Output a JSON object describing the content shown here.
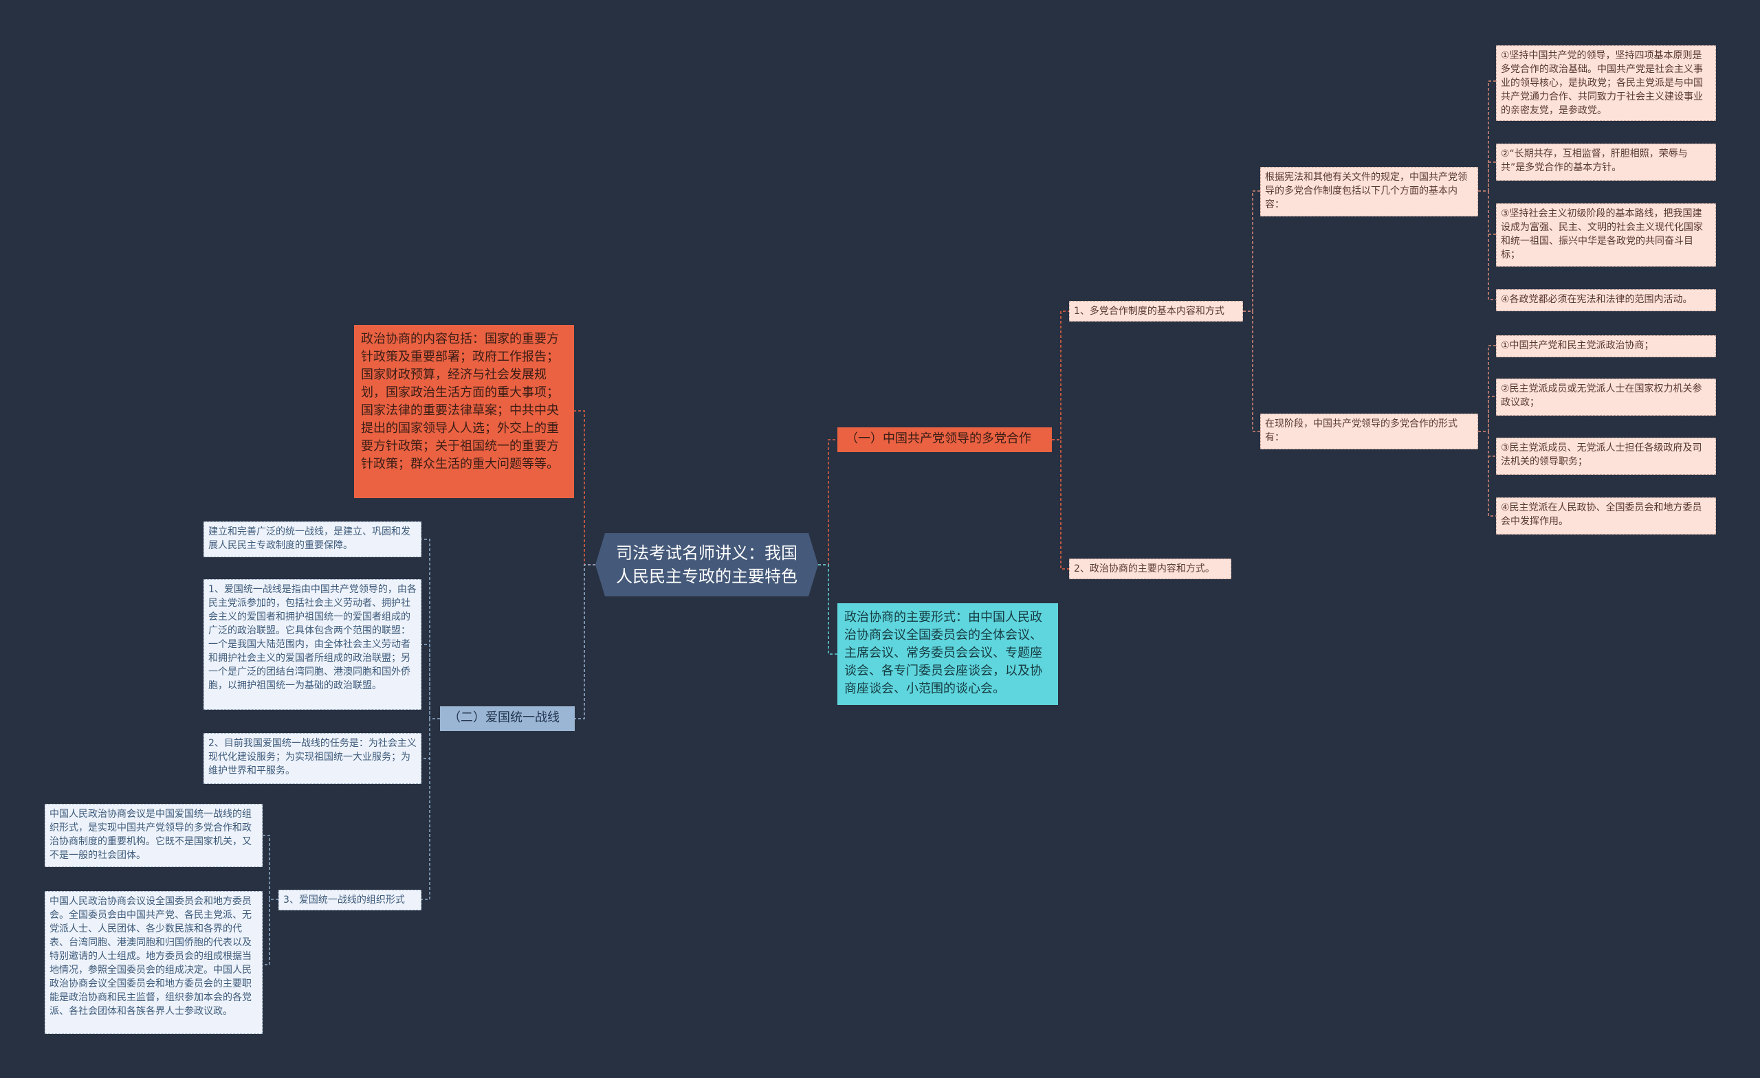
{
  "root": {
    "title": "司法考试名师讲义：我国人民民主专政的主要特色"
  },
  "left": {
    "consult_content": "政治协商的内容包括：国家的重要方针政策及重要部署；政府工作报告；国家财政预算，经济与社会发展规划，国家政治生活方面的重大事项；国家法律的重要法律草案；中共中央提出的国家领导人人选；外交上的重要方针政策；关于祖国统一的重要方针政策；群众生活的重大问题等等。",
    "united_front": {
      "label": "（二）爱国统一战线",
      "items": [
        "建立和完善广泛的统一战线，是建立、巩固和发展人民民主专政制度的重要保障。",
        "1、爱国统一战线是指由中国共产党领导的，由各民主党派参加的，包括社会主义劳动者、拥护社会主义的爱国者和拥护祖国统一的爱国者组成的广泛的政治联盟。它具体包含两个范围的联盟：一个是我国大陆范围内，由全体社会主义劳动者和拥护社会主义的爱国者所组成的政治联盟；另一个是广泛的团结台湾同胞、港澳同胞和国外侨胞，以拥护祖国统一为基础的政治联盟。",
        "2、目前我国爱国统一战线的任务是：为社会主义现代化建设服务；为实现祖国统一大业服务；为维护世界和平服务。"
      ],
      "org_form": {
        "label": "3、爱国统一战线的组织形式",
        "items": [
          "中国人民政治协商会议是中国爱国统一战线的组织形式，是实现中国共产党领导的多党合作和政治协商制度的重要机构。它既不是国家机关，又不是一般的社会团体。",
          "中国人民政治协商会议设全国委员会和地方委员会。全国委员会由中国共产党、各民主党派、无党派人士、人民团体、各少数民族和各界的代表、台湾同胞、港澳同胞和归国侨胞的代表以及特别邀请的人士组成。地方委员会的组成根据当地情况，参照全国委员会的组成决定。中国人民政治协商会议全国委员会和地方委员会的主要职能是政治协商和民主监督，组织参加本会的各党派、各社会团体和各族各界人士参政议政。"
        ]
      }
    }
  },
  "right": {
    "multiparty": {
      "label": "（一）中国共产党领导的多党合作",
      "basic": {
        "label": "1、多党合作制度的基本内容和方式",
        "content_intro": "根据宪法和其他有关文件的规定，中国共产党领导的多党合作制度包括以下几个方面的基本内容：",
        "content_items": [
          "①坚持中国共产党的领导，坚持四项基本原则是多党合作的政治基础。中国共产党是社会主义事业的领导核心，是执政党；各民主党派是与中国共产党通力合作、共同致力于社会主义建设事业的亲密友党，是参政党。",
          "②“长期共存，互相监督，肝胆相照，荣辱与共”是多党合作的基本方针。",
          "③坚持社会主义初级阶段的基本路线，把我国建设成为富强、民主、文明的社会主义现代化国家和统一祖国、振兴中华是各政党的共同奋斗目标；",
          "④各政党都必须在宪法和法律的范围内活动。"
        ],
        "form_intro": "在现阶段，中国共产党领导的多党合作的形式有：",
        "form_items": [
          "①中国共产党和民主党派政治协商；",
          "②民主党派成员或无党派人士在国家权力机关参政议政；",
          "③民主党派成员、无党派人士担任各级政府及司法机关的领导职务；",
          "④民主党派在人民政协、全国委员会和地方委员会中发挥作用。"
        ]
      },
      "consult": {
        "label": "2、政治协商的主要内容和方式。"
      }
    },
    "consult_form": "政治协商的主要形式：由中国人民政治协商会议全国委员会的全体会议、主席会议、常务委员会会议、专题座谈会、各专门委员会座谈会，以及协商座谈会、小范围的谈心会。"
  },
  "colors": {
    "background": "#283141",
    "root": "#45597a",
    "orange": "#ea6242",
    "cyan": "#5fd6de",
    "blue": "#9bb6d4",
    "pink": "#fde2da",
    "pale": "#eef3fb"
  }
}
